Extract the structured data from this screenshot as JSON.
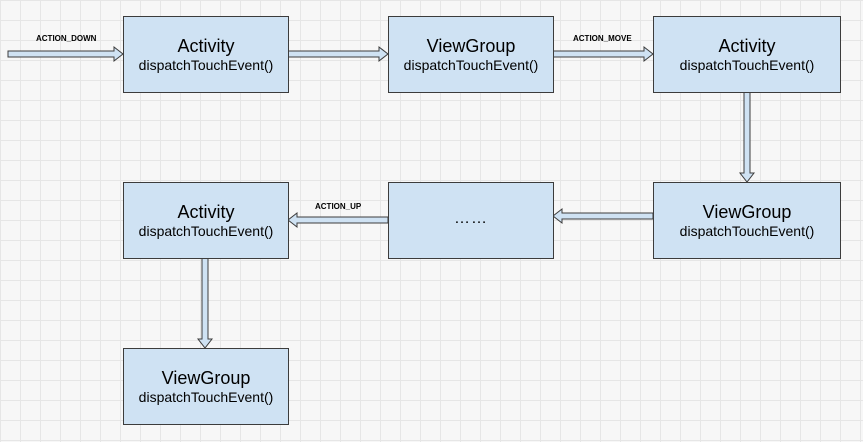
{
  "nodes": {
    "n1": {
      "title": "Activity",
      "method": "dispatchTouchEvent()"
    },
    "n2": {
      "title": "ViewGroup",
      "method": "dispatchTouchEvent()"
    },
    "n3": {
      "title": "Activity",
      "method": "dispatchTouchEvent()"
    },
    "n4": {
      "title": "ViewGroup",
      "method": "dispatchTouchEvent()"
    },
    "n5": {
      "text": "……"
    },
    "n6": {
      "title": "Activity",
      "method": "dispatchTouchEvent()"
    },
    "n7": {
      "title": "ViewGroup",
      "method": "dispatchTouchEvent()"
    }
  },
  "edge_labels": {
    "down": "ACTION_DOWN",
    "move": "ACTION_MOVE",
    "up": "ACTION_UP"
  },
  "colors": {
    "node_fill": "#cfe2f3",
    "node_border": "#3c3c3c",
    "arrow_fill": "#cfe2f3",
    "arrow_stroke": "#3c3c3c"
  }
}
